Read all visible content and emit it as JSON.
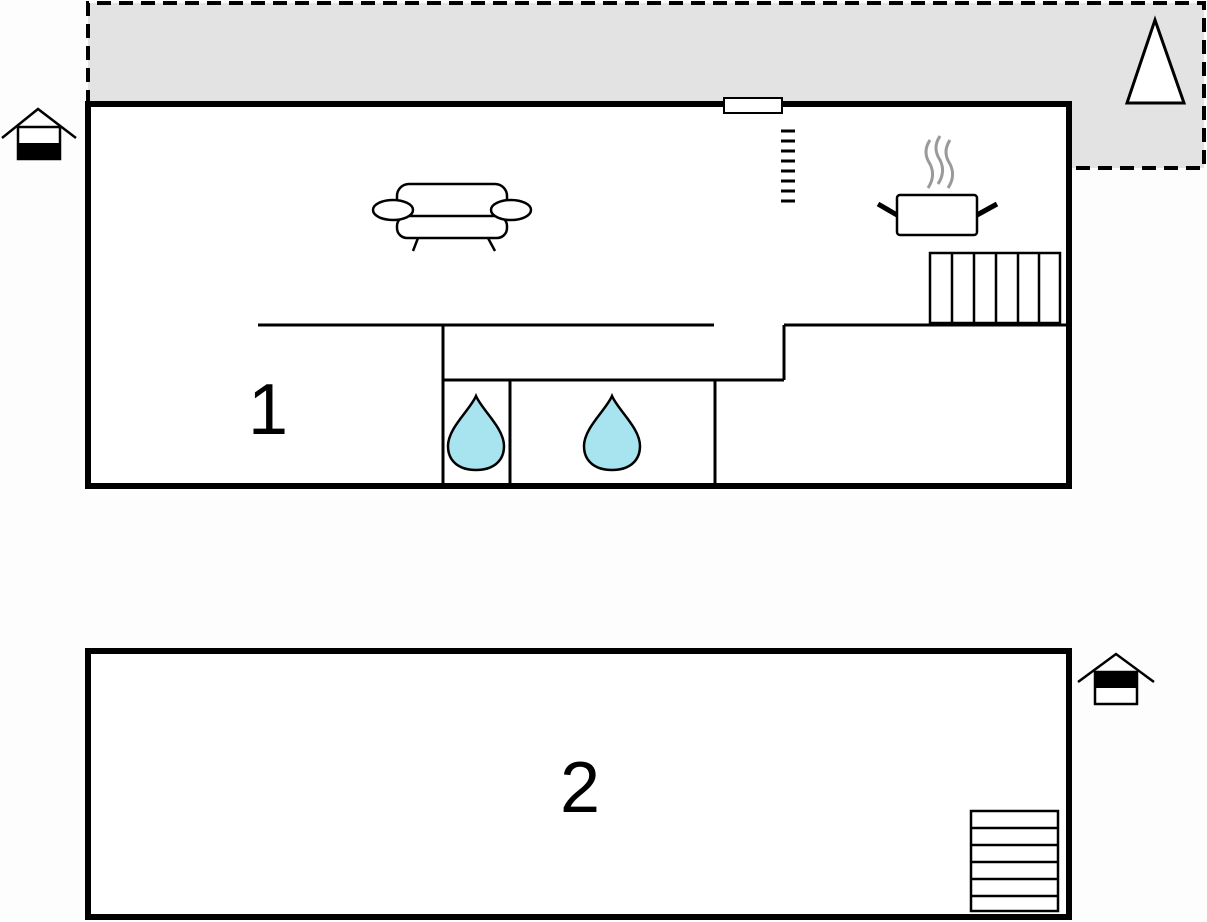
{
  "floors": [
    {
      "number": "1",
      "features": [
        "living-room-sofa",
        "kitchen",
        "bathroom",
        "bathroom",
        "staircase",
        "window",
        "entrance"
      ]
    },
    {
      "number": "2",
      "features": [
        "staircase",
        "entrance"
      ]
    }
  ],
  "icons": {
    "entrance": "house-entrance-icon",
    "sofa": "sofa-icon",
    "kitchen": "cooking-pot-icon",
    "bathroom": "water-drop-icon",
    "stairs": "stairs-icon",
    "garden": "tree-icon",
    "window": "window-icon"
  },
  "colors": {
    "wall": "#000000",
    "terrace_fill": "#e3e3e3",
    "water_drop": "#a8e4ef",
    "steam": "#9a9a9a"
  }
}
